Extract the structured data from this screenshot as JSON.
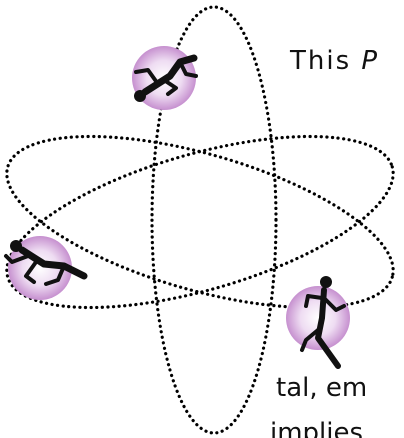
{
  "text_lines": [
    {
      "text": "This ",
      "emph": "P"
    },
    {
      "text": "tal, em"
    },
    {
      "text": "implies"
    }
  ],
  "colors": {
    "orbit": "#000000",
    "glow": "#c690cf",
    "figure": "#111111",
    "text": "#111111"
  },
  "icons": [
    "running-figure-icon",
    "diving-figure-icon",
    "leaping-figure-icon"
  ]
}
